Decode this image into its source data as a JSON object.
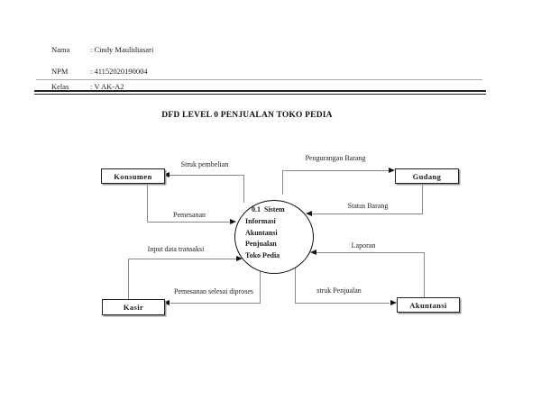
{
  "header": {
    "rows": [
      {
        "label": "Nama",
        "value": ": Cindy Maulidiasari"
      },
      {
        "label": "NPM",
        "value": ": 41152020190004"
      },
      {
        "label": "Kelas",
        "value": ": V AK-A2"
      }
    ]
  },
  "title": "DFD LEVEL 0 PENJUALAN TOKO PEDIA",
  "diagram": {
    "process": {
      "lines": [
        "0.1  Sistem",
        "Informasi",
        "Akuntansi",
        "Penjualan",
        "Toko Pedia"
      ]
    },
    "entities": {
      "konsumen": "Konsumen",
      "gudang": "Gudang",
      "kasir": "Kasir",
      "akuntansi": "Akuntansi"
    },
    "flows": {
      "struk_pembelian": "Struk pembelian",
      "pengurangan_barang": "Pengurangan Barang",
      "pemesanan": "Pemesanan",
      "status_barang": "Status Barang",
      "input_data_transaksi": "Input data transaksi",
      "laporan": "Laporan",
      "pemesanan_selesai": "Pemesanan selesai diproses",
      "struk_penjualan": "struk Penjualan"
    }
  },
  "colors": {
    "background": "#ffffff",
    "text": "#1a1a1a",
    "connector_line": "#8a8a8a",
    "arrowhead": "#111111",
    "box_border": "#222222",
    "box_shadow": "#9a9a9a"
  }
}
